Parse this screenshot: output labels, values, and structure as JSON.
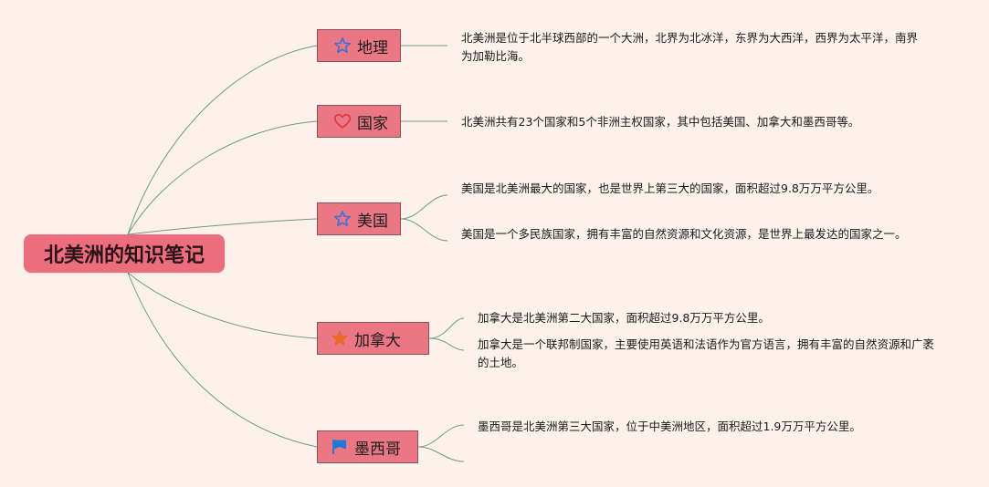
{
  "root": {
    "title": "北美洲的知识笔记"
  },
  "topics": [
    {
      "label": "地理",
      "icon": "star-outline-icon",
      "notes": [
        "北美洲是位于北半球西部的一个大洲，北界为北冰洋，东界为大西洋，西界为太平洋，南界为加勒比海。"
      ]
    },
    {
      "label": "国家",
      "icon": "heart-outline-icon",
      "notes": [
        "北美洲共有23个国家和5个非洲主权国家，其中包括美国、加拿大和墨西哥等。"
      ]
    },
    {
      "label": "美国",
      "icon": "star-outline-icon",
      "notes": [
        "美国是北美洲最大的国家，也是世界上第三大的国家，面积超过9.8万万平方公里。",
        "美国是一个多民族国家，拥有丰富的自然资源和文化资源，是世界上最发达的国家之一。"
      ]
    },
    {
      "label": "加拿大",
      "icon": "star-filled-icon",
      "notes": [
        "加拿大是北美洲第二大国家，面积超过9.8万万平方公里。",
        "加拿大是一个联邦制国家，主要使用英语和法语作为官方语言，拥有丰富的自然资源和广袤的土地。"
      ]
    },
    {
      "label": "墨西哥",
      "icon": "flag-icon",
      "notes": [
        "墨西哥是北美洲第三大国家，位于中美洲地区，面积超过1.9万万平方公里。",
        ""
      ]
    }
  ],
  "colors": {
    "background": "#fdf1ec",
    "root_fill": "#ec6e7e",
    "node_fill": "#ec7784",
    "connector": "#6e9a86",
    "icon_blue": "#3d6fd6",
    "icon_red": "#e03b3b",
    "icon_orange": "#e8682a",
    "flag_blue": "#1e78d8"
  }
}
